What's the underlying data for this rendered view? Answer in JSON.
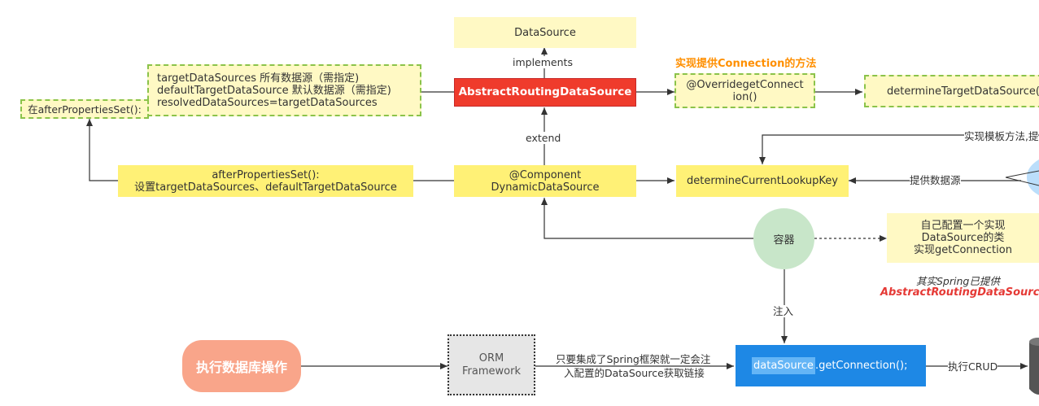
{
  "nodes": {
    "datasource": "DataSource",
    "abstract_routing": "AbstractRoutingDataSource",
    "target_sources": "targetDataSources 所有数据源（需指定)\ndefaultTargetDataSource  默认数据源（需指定)\nresolvedDataSources=targetDataSources",
    "after_properties_left": "在afterPropertiesSet():",
    "override_get_connection": "@OverridegetConnect\nion()",
    "determine_target": "determineTargetDataSource(",
    "after_properties_set": "afterPropertiesSet():\n设置targetDataSources、defaultTargetDataSource",
    "dynamic_datasource": "@Component\nDynamicDataSource",
    "determine_lookup_key": "determineCurrentLookupKey",
    "container": "容器",
    "custom_config": "自己配置一个实现\nDataSource的类\n实现getConnection",
    "execute_db": "执行数据库操作",
    "orm_framework": "ORM\nFramework",
    "get_connection_var": "dataSource",
    "get_connection_rest": ".getConnection();"
  },
  "labels": {
    "implements": "implements",
    "extend": "extend",
    "impl_method_title": "实现提供Connection的方法",
    "impl_template": "实现模板方法,提",
    "provide_source": "提供数据源",
    "inject": "注入",
    "spring_note_1": "其实Spring已提供",
    "spring_note_2": "AbstractRoutingDataSource",
    "spring_inject_line1": "只要集成了Spring框架就一定会注",
    "spring_inject_line2": "入配置的DataSource获取链接",
    "execute_crud": "执行CRUD"
  },
  "colors": {
    "line": "#333333",
    "yellow": "#fff176",
    "cream": "#fff9c4",
    "red": "#ef3b2c",
    "green_circle": "#c8e6c9",
    "blue": "#1e88e5",
    "pill": "#f9a58a",
    "orange": "#ff8f00"
  }
}
